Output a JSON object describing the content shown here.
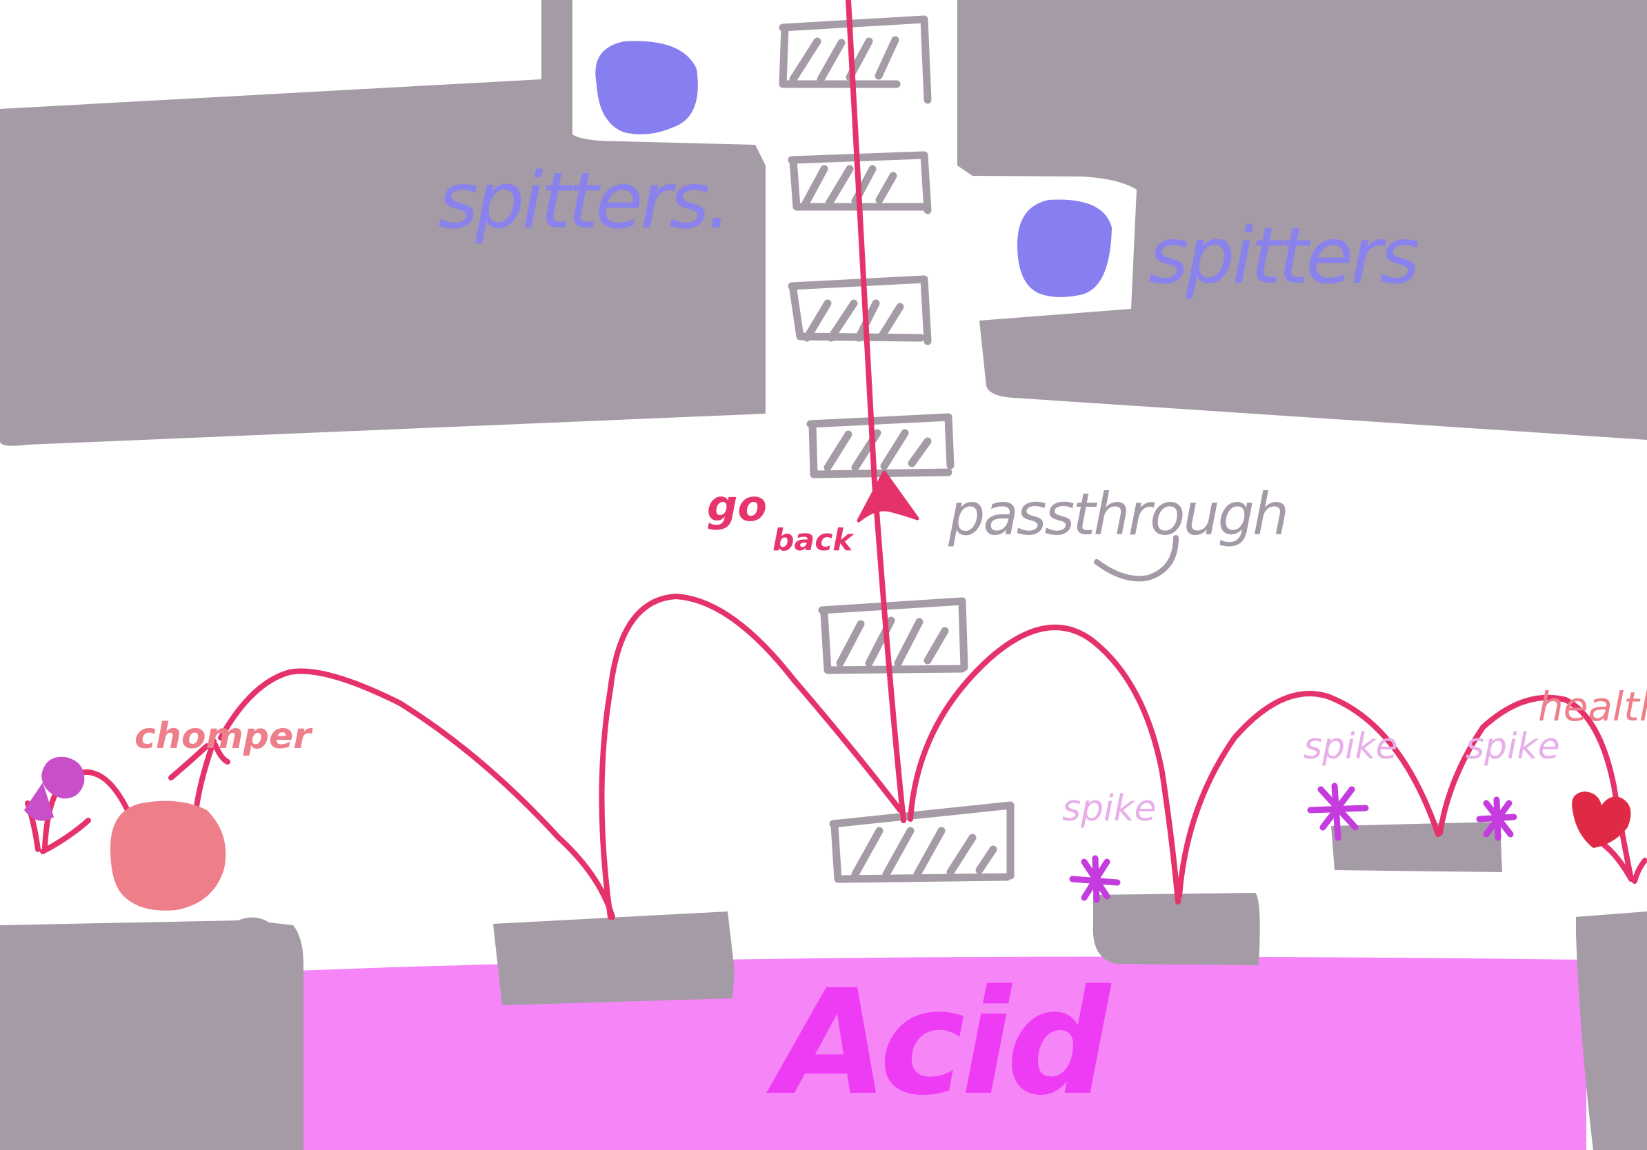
{
  "colors": {
    "wall": "#a59ba6",
    "acid": "#f685f8",
    "acid_text": "#ee3cf4",
    "spitter": "#877ff0",
    "path": "#e5326a",
    "chomper": "#ee7f8a",
    "spike": "#c43cdd",
    "health": "#e02a45"
  },
  "labels": {
    "spitters_left": "spitters.",
    "spitters_right": "spitters",
    "passthrough": "passthrough",
    "go": "go",
    "back": "back",
    "chomper": "chomper",
    "spike_1": "spike",
    "spike_2": "spike",
    "spike_3": "spike",
    "health": "health",
    "acid": "Acid"
  }
}
